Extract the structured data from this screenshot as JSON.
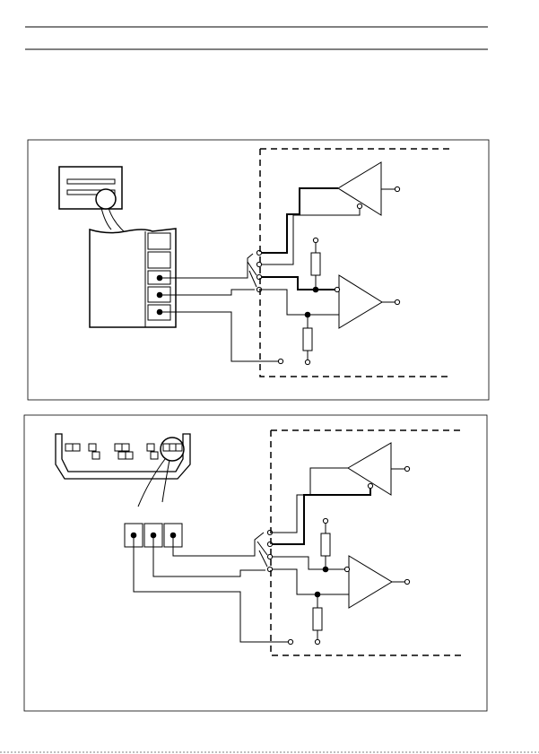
{
  "page": {
    "header_rules": 2,
    "figures": [
      {
        "id": "figure-1",
        "description_shown": false,
        "connector": "vertical-terminal-block",
        "amplifiers": 2,
        "resistors": 2
      },
      {
        "id": "figure-2",
        "description_shown": false,
        "connector": "horizontal-socket",
        "amplifiers": 2,
        "resistors": 2
      }
    ]
  },
  "colors": {
    "ink": "#000000",
    "paper": "#ffffff",
    "frame": "#000000"
  }
}
